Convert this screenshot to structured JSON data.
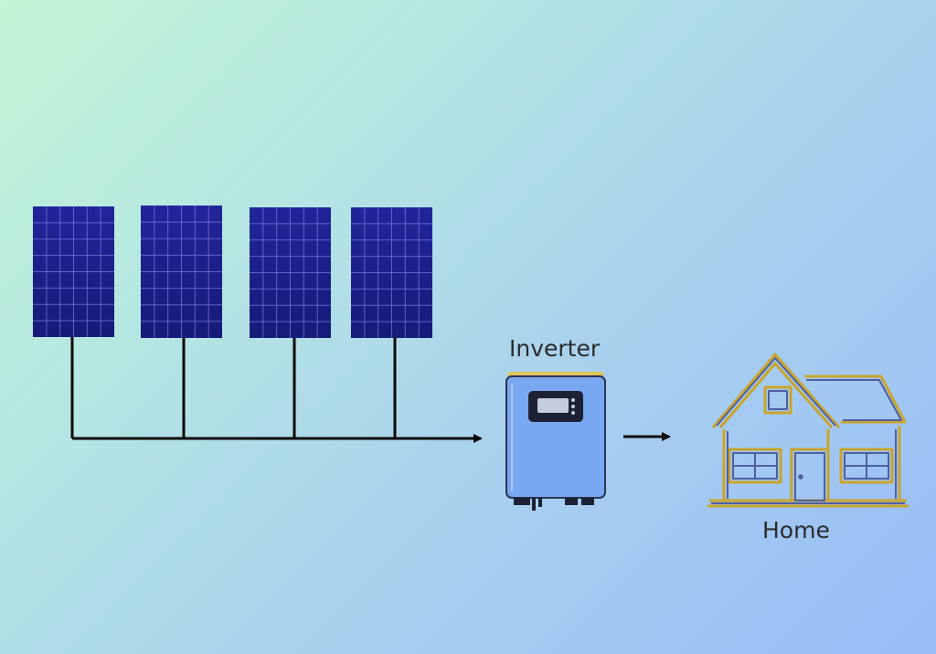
{
  "labels": {
    "inverter": "Inverter",
    "home": "Home"
  },
  "panels": {
    "count": 4,
    "rows": 8,
    "cols": 6
  },
  "colors": {
    "panel_fill": "#1c1f86",
    "panel_grid": "#6e74d6",
    "wire": "#0a0a0a",
    "inverter_body": "#7aa7f2",
    "inverter_top": "#e0c35a",
    "house_outline_gold": "#c9a52c",
    "house_outline_blue": "#4e5fa0"
  },
  "icons": {
    "panel": "solar-panel-icon",
    "inverter": "inverter-icon",
    "home": "house-icon",
    "arrow": "arrow-right-icon"
  }
}
